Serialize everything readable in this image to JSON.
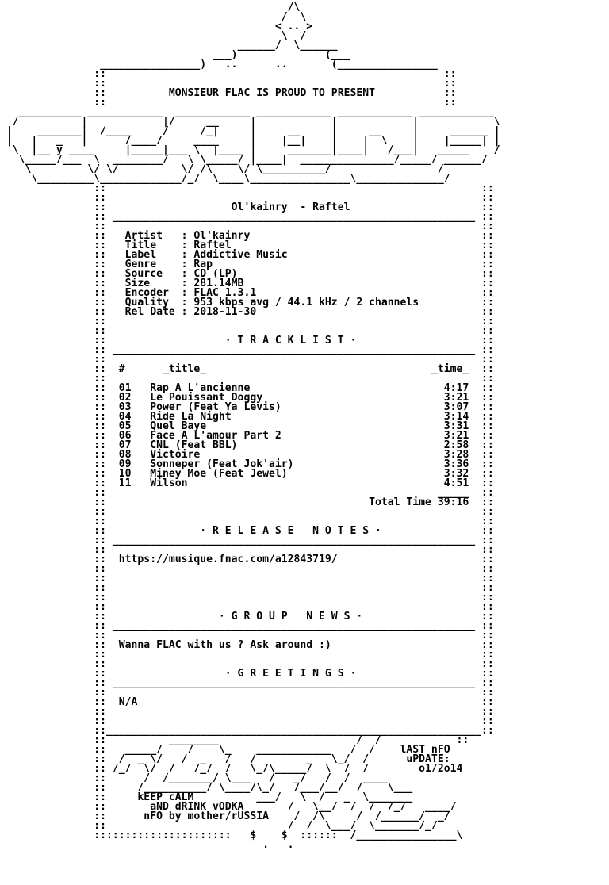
{
  "nfo": {
    "header_text": "MONSIEUR FLAC IS PROUD TO PRESENT",
    "release_title": "Ol'kainry  - Raftel",
    "info": [
      {
        "label": "Artist",
        "value": "Ol'kainry"
      },
      {
        "label": "Title",
        "value": "Raftel"
      },
      {
        "label": "Label",
        "value": "Addictive Music"
      },
      {
        "label": "Genre",
        "value": "Rap"
      },
      {
        "label": "Source",
        "value": "CD (LP)"
      },
      {
        "label": "Size",
        "value": "281.14MB"
      },
      {
        "label": "Encoder",
        "value": "FLAC 1.3.1"
      },
      {
        "label": "Quality",
        "value": "953 kbps avg / 44.1 kHz / 2 channels"
      },
      {
        "label": "Rel Date",
        "value": "2018-11-30"
      }
    ],
    "tracklist_heading": "T R A C K L I S T",
    "tracklist_columns": {
      "num": "#",
      "title": "_title_",
      "time": "_time_"
    },
    "tracks": [
      {
        "num": "01",
        "title": "Rap A L'ancienne",
        "time": "4:17"
      },
      {
        "num": "02",
        "title": "Le Pouissant Doggy",
        "time": "3:21"
      },
      {
        "num": "03",
        "title": "Power (Feat Ya Levis)",
        "time": "3:07"
      },
      {
        "num": "04",
        "title": "Ride La Night",
        "time": "3:14"
      },
      {
        "num": "05",
        "title": "Quel Baye",
        "time": "3:31"
      },
      {
        "num": "06",
        "title": "Face A L'amour Part 2",
        "time": "3:21"
      },
      {
        "num": "07",
        "title": "CNL (Feat BBL)",
        "time": "2:58"
      },
      {
        "num": "08",
        "title": "Victoire",
        "time": "3:28"
      },
      {
        "num": "09",
        "title": "Sonneper (Feat Jok'air)",
        "time": "3:36"
      },
      {
        "num": "10",
        "title": "Miney Moe (Feat Jewel)",
        "time": "3:32"
      },
      {
        "num": "11",
        "title": "Wilson",
        "time": "4:51"
      }
    ],
    "total_time_label": "Total Time",
    "total_time": "39:16",
    "release_notes_heading": "R E L E A S E   N O T E S",
    "release_notes": "https://musique.fnac.com/a12843719/",
    "group_news_heading": "G R O U P   N E W S",
    "group_news": "Wanna FLAC with us ? Ask around :)",
    "greetings_heading": "G R E E T I N G S",
    "greetings": "N/A",
    "footer": {
      "last_nfo": "lAST nFO",
      "update_label": "uPDATE:",
      "update_date": "o1/2o14",
      "keep_calm": "kEEP cALM",
      "drink_vodka": "aND dRINK vODKA",
      "nfo_by": "nFO by mother/rUSSIA"
    }
  }
}
